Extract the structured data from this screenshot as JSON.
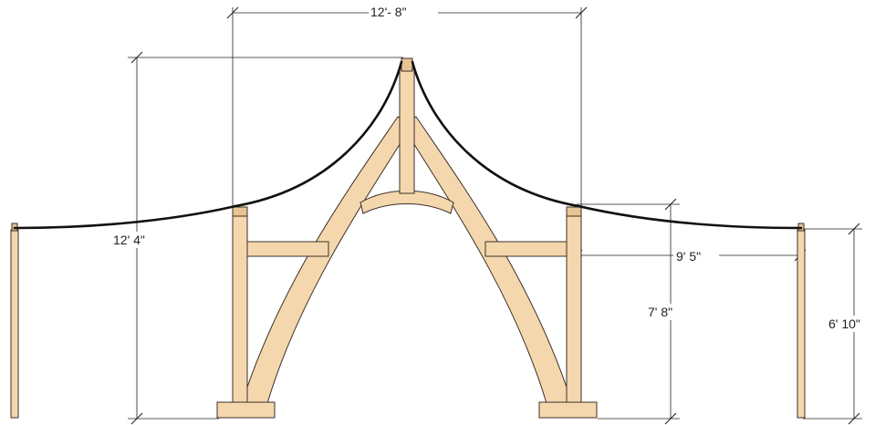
{
  "diagram": {
    "dimensions": {
      "top_width": "12'- 8\"",
      "overall_height": "12' 4\"",
      "post_height": "7' 8\"",
      "span_to_pole": "9' 5\"",
      "pole_height": "6' 10\""
    },
    "colors": {
      "timber": "#f5d7ae",
      "timber_outline": "#3a3028",
      "canopy": "#111111",
      "dimension_lines": "#222222",
      "background": "#ffffff"
    }
  }
}
